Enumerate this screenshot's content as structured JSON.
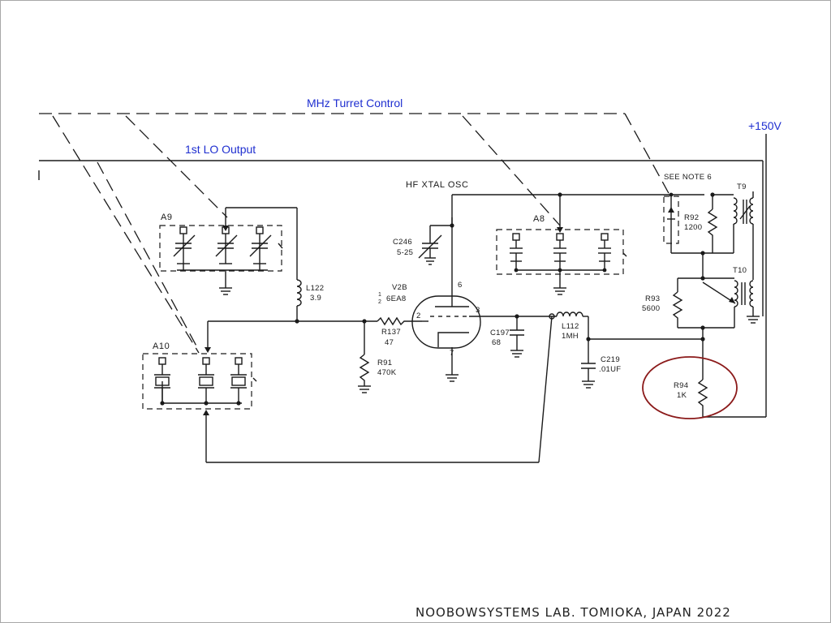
{
  "labels": {
    "turret_control": "MHz Turret Control",
    "lo_output": "1st LO Output",
    "b_plus": "+150V",
    "hf_xtal_osc": "HF XTAL OSC",
    "see_note": "SEE NOTE 6",
    "footer": "NOOBOWSYSTEMS LAB. TOMIOKA, JAPAN 2022"
  },
  "modules": {
    "a9": "A9",
    "a8": "A8",
    "a10": "A10"
  },
  "components": {
    "c246": {
      "ref": "C246",
      "value": "5-25"
    },
    "l122": {
      "ref": "L122",
      "value": "3.9"
    },
    "v2b": {
      "ref": "V2B",
      "frac_num": "1",
      "frac_den": "2",
      "value": "6EA8"
    },
    "r137": {
      "ref": "R137",
      "value": "47"
    },
    "r91": {
      "ref": "R91",
      "value": "470K"
    },
    "c197": {
      "ref": "C197",
      "value": "68"
    },
    "l112": {
      "ref": "L112",
      "value": "1MH"
    },
    "c219": {
      "ref": "C219",
      "value": ".01UF"
    },
    "r92": {
      "ref": "R92",
      "value": "1200"
    },
    "r93": {
      "ref": "R93",
      "value": "5600"
    },
    "r94": {
      "ref": "R94",
      "value": "1K"
    },
    "t9": {
      "ref": "T9"
    },
    "t10": {
      "ref": "T10"
    }
  },
  "pins": {
    "p6": "6",
    "p2": "2",
    "p3": "3",
    "p7": "7"
  },
  "colors": {
    "annotation_text": "#1f2fd0",
    "highlight_circle": "#8b1a1a",
    "ink": "#1a1a1a"
  }
}
